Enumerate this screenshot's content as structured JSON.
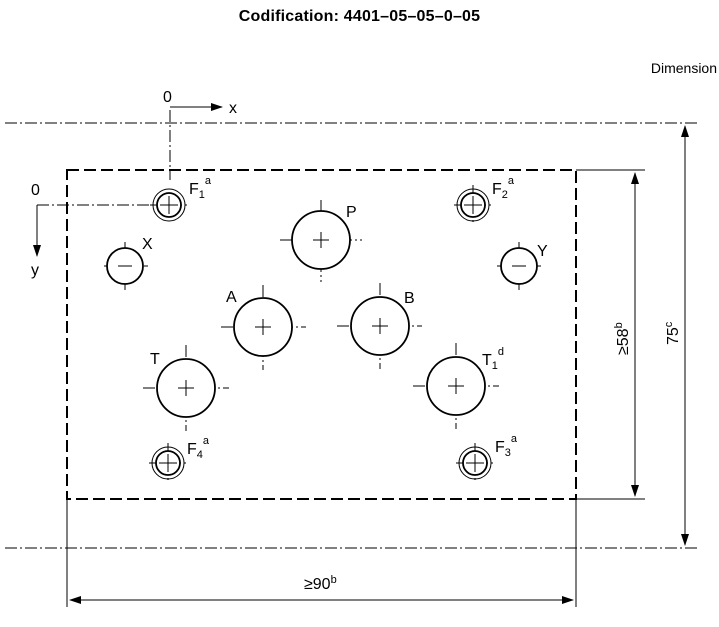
{
  "header": {
    "title": "Codification: 4401–05–05–0–05"
  },
  "note": {
    "dimensions": "Dimension"
  },
  "axes": {
    "origin_x": "0",
    "x": "x",
    "origin_y": "0",
    "y": "y"
  },
  "ports": {
    "P": "P",
    "A": "A",
    "B": "B",
    "T": "T",
    "T1": "T",
    "T1_sup": "d",
    "X": "X",
    "Y": "Y",
    "F1": "F",
    "F1_sub": "1",
    "F1_sup": "a",
    "F2": "F",
    "F2_sub": "2",
    "F2_sup": "a",
    "F3": "F",
    "F3_sub": "3",
    "F3_sup": "a",
    "F4": "F",
    "F4_sub": "4",
    "F4_sup": "a",
    "T1_sub": "1"
  },
  "dimensions": {
    "width_value": "≥90",
    "width_sup": "b",
    "height_inner_value": "≥58",
    "height_inner_sup": "b",
    "height_outer_value": "75",
    "height_outer_sup": "c"
  }
}
